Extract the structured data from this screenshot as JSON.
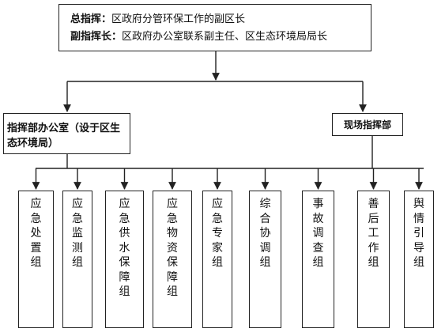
{
  "command": {
    "line1_label": "总指挥：",
    "line1_text": "区政府分管环保工作的副区长",
    "line2_label": "副指挥长：",
    "line2_text": "区政府办公室联系副主任、区生态环境局局长"
  },
  "office": {
    "label": "指挥部办公室（设于区生态环境局）"
  },
  "site": {
    "label": "现场指挥部"
  },
  "groups": [
    {
      "label": "应急处置组"
    },
    {
      "label": "应急监测组"
    },
    {
      "label": "应急供水保障组"
    },
    {
      "label": "应急物资保障组"
    },
    {
      "label": "应急专家组"
    },
    {
      "label": "综合协调组"
    },
    {
      "label": "事故调查组"
    },
    {
      "label": "善后工作组"
    },
    {
      "label": "舆情引导组"
    }
  ],
  "colors": {
    "line": "#222222",
    "background": "#ffffff"
  }
}
